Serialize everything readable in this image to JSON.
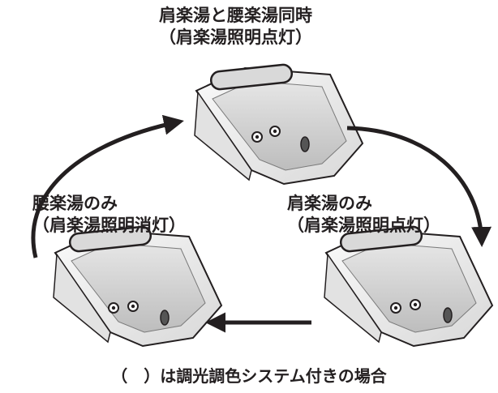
{
  "modes": {
    "top": {
      "title": "肩楽湯と腰楽湯同時",
      "lighting": "（肩楽湯照明点灯）"
    },
    "left": {
      "title": "腰楽湯のみ",
      "lighting": "（肩楽湯照明消灯）"
    },
    "right": {
      "title": "肩楽湯のみ",
      "lighting": "（肩楽湯照明点灯）"
    }
  },
  "footnote": "（　）は調光調色システム付きの場合",
  "colors": {
    "ink": "#231f20",
    "tub_fill": "#f7f7f7",
    "tub_shade": "#cfcfcf",
    "pillow_fill": "#d9d9d9"
  }
}
